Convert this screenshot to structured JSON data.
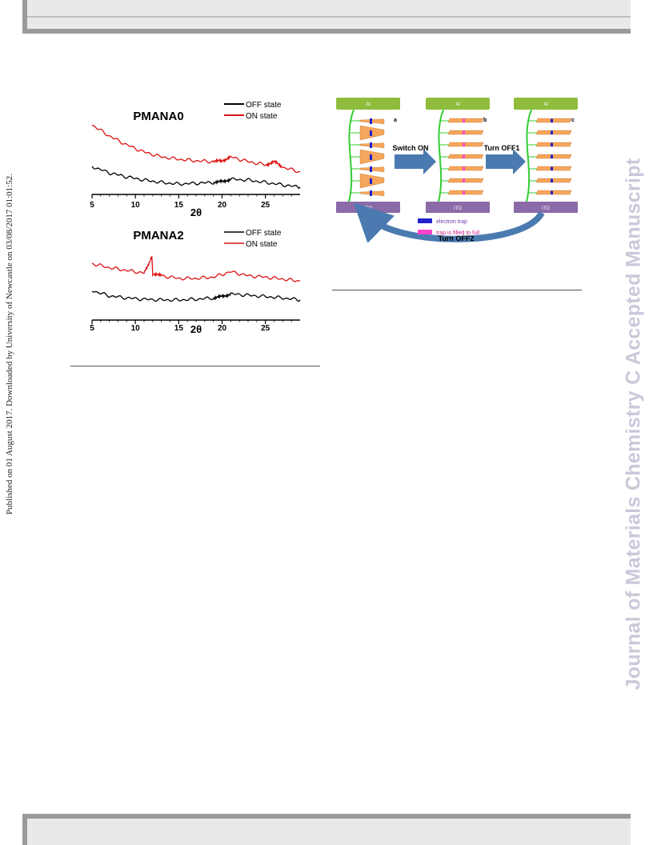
{
  "sidebar_left": {
    "text": "Published on 01 August 2017. Downloaded by University of Newcastle on 03/08/2017 01:01:52."
  },
  "sidebar_right": {
    "text": "Journal of Materials Chemistry C Accepted Manuscript"
  },
  "colors": {
    "off_series": "#000000",
    "on_series": "#dd1111",
    "arrow": "#4a7ab0",
    "top_electrode": "#8fbc3c",
    "bottom_electrode": "#8a6aa8",
    "trap": "#2222cc",
    "filled_trap": "#ff44cc",
    "chain": "#33cc33"
  },
  "chart_data": [
    {
      "type": "line",
      "title": "PMANA0",
      "xlabel": "2θ",
      "xlim": [
        5,
        29
      ],
      "xticks": [
        "5",
        "10",
        "15",
        "20",
        "25"
      ],
      "legend_position": "top-right",
      "series": [
        {
          "name": "OFF state",
          "x": [
            5,
            7,
            9,
            11,
            13,
            15,
            17,
            19,
            20,
            21,
            23,
            25,
            27,
            29
          ],
          "y": [
            0.4,
            0.32,
            0.27,
            0.23,
            0.2,
            0.18,
            0.19,
            0.2,
            0.21,
            0.24,
            0.23,
            0.2,
            0.17,
            0.14
          ]
        },
        {
          "name": "ON state",
          "x": [
            5,
            7,
            9,
            11,
            13,
            15,
            17,
            19,
            20,
            21,
            23,
            25,
            26,
            27,
            29
          ],
          "y": [
            0.92,
            0.78,
            0.67,
            0.58,
            0.52,
            0.49,
            0.47,
            0.46,
            0.47,
            0.52,
            0.46,
            0.42,
            0.46,
            0.39,
            0.33
          ]
        }
      ]
    },
    {
      "type": "line",
      "title": "PMANA2",
      "xlabel": "2θ",
      "xlim": [
        5,
        29
      ],
      "xticks": [
        "5",
        "10",
        "15",
        "20",
        "25"
      ],
      "legend_position": "top-right",
      "series": [
        {
          "name": "OFF state",
          "x": [
            5,
            7,
            9,
            11,
            13,
            15,
            17,
            19,
            20,
            21,
            23,
            25,
            27,
            29
          ],
          "y": [
            0.38,
            0.3,
            0.27,
            0.25,
            0.24,
            0.24,
            0.25,
            0.27,
            0.29,
            0.33,
            0.31,
            0.29,
            0.27,
            0.24
          ]
        },
        {
          "name": "ON state",
          "x": [
            5,
            7,
            9,
            11,
            11.9,
            12,
            13,
            15,
            17,
            19,
            21,
            23,
            25,
            27,
            29
          ],
          "y": [
            0.78,
            0.72,
            0.68,
            0.64,
            0.88,
            0.63,
            0.6,
            0.56,
            0.56,
            0.58,
            0.66,
            0.6,
            0.58,
            0.55,
            0.52
          ]
        }
      ]
    }
  ],
  "diagram": {
    "panel_labels": [
      "a",
      "b",
      "c"
    ],
    "top_electrode_label": "Al",
    "bottom_electrode_label": "ITO",
    "arrows": {
      "switch_on": "Switch ON",
      "turn_off1": "Turn OFF1",
      "turn_off2": "Turn OFF2"
    },
    "legend": {
      "trap": "electron trap",
      "filled_trap": "trap is filled to full"
    }
  }
}
